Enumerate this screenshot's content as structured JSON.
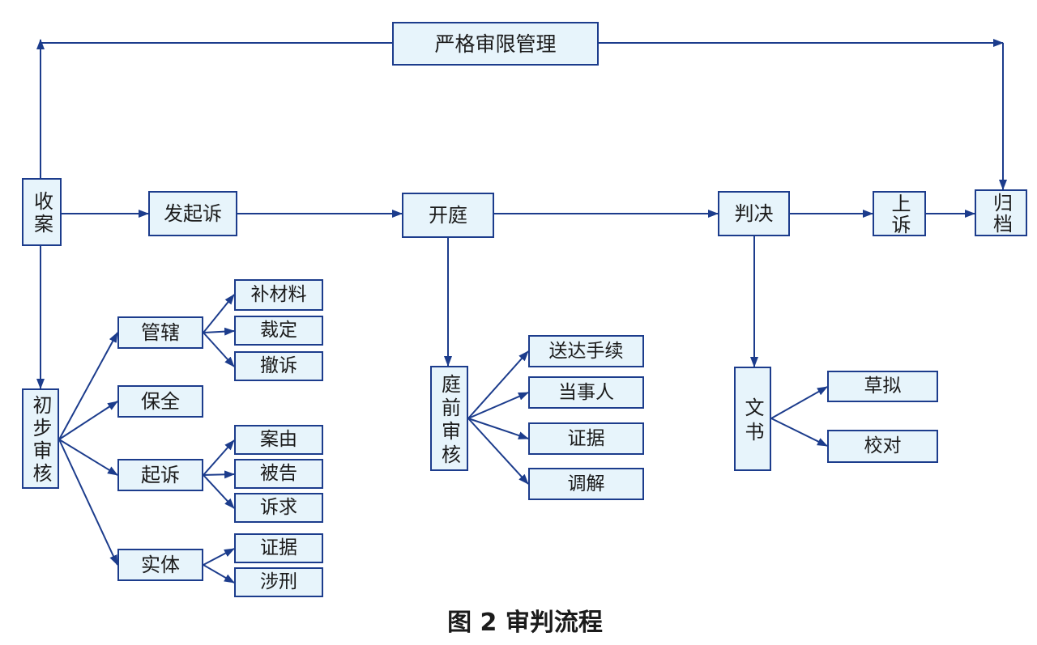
{
  "colors": {
    "line": "#1c3c8c",
    "box_fill": "#e7f4fb",
    "box_border": "#1c3c8c"
  },
  "diagram": {
    "supervision": "严格审限管理",
    "main_flow": [
      "收案",
      "发起诉",
      "开庭",
      "判决",
      "上诉",
      "归档"
    ],
    "preliminary_review": {
      "label": "初步审核",
      "branches": [
        {
          "label": "管辖",
          "items": [
            "补材料",
            "裁定",
            "撤诉"
          ]
        },
        {
          "label": "保全",
          "items": []
        },
        {
          "label": "起诉",
          "items": [
            "案由",
            "被告",
            "诉求"
          ]
        },
        {
          "label": "实体",
          "items": [
            "证据",
            "涉刑"
          ]
        }
      ]
    },
    "pretrial_review": {
      "label": "庭前审核",
      "items": [
        "送达手续",
        "当事人",
        "证据",
        "调解"
      ]
    },
    "documents": {
      "label": "文书",
      "items": [
        "草拟",
        "校对"
      ]
    }
  },
  "caption": "图 2 审判流程"
}
